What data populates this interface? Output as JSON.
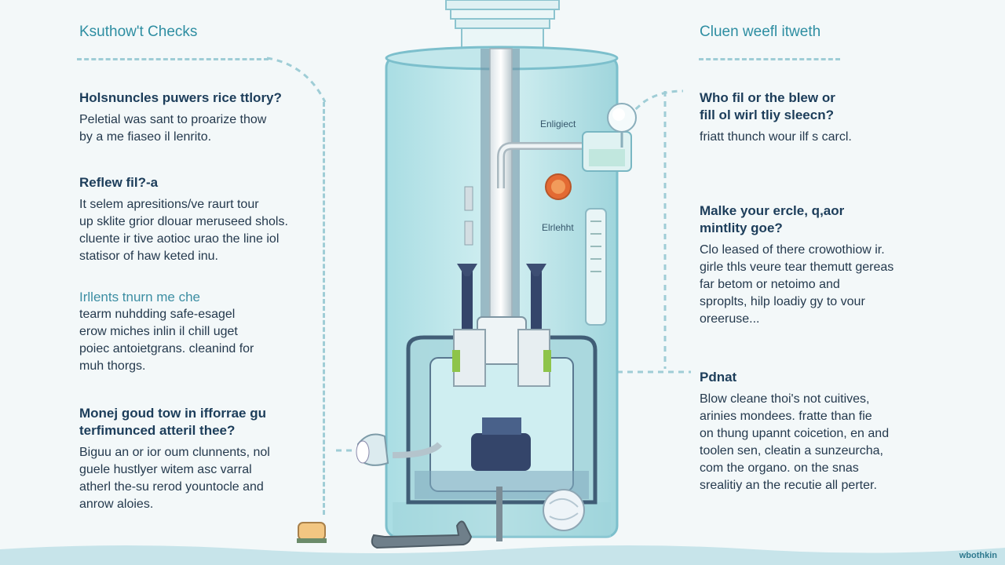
{
  "left": {
    "title": "Ksuthow't Checks",
    "sections": [
      {
        "heading": "Holsnuncles puwers rice ttlory?",
        "lines": [
          "Peletial was sant to proarize thow",
          "by a me fiaseo il lenrito."
        ]
      },
      {
        "heading": "Reflew fil?-a",
        "lines": [
          "It selem apresitions/ve raurt tour",
          "up sklite grior dlouar meruseed shols.",
          "cluente ir tive aotioc urao the line iol",
          "statisor of haw keted inu."
        ]
      },
      {
        "heading": "Irllents tnurn me che",
        "lines": [
          "tearm nuhdding safe-esagel",
          "erow miches inlin il chill uget",
          "poiec antoietgrans. cleanind for",
          "muh thorgs."
        ]
      },
      {
        "heading": "Monej goud tow in ifforrae gu",
        "heading2": "terfimunced atteril thee?",
        "lines": [
          "Biguu an or ior oum clunnents, nol",
          "guele hustlyer witem asc varral",
          "atherl the-su rerod yountocle and",
          "anrow aloies."
        ]
      }
    ]
  },
  "right": {
    "title": "Cluen weefl itweth",
    "sections": [
      {
        "heading": "Who fil or the blew or",
        "heading2": "fill ol wirl tliy sleecn?",
        "lines": [
          "friatt thunch wour ilf s carcl."
        ]
      },
      {
        "heading": "Malke your ercle, q,aor",
        "heading2": "mintlity goe?",
        "lines": [
          "Clo leased of there crowothiow ir.",
          "girle thls veure tear themutt gereas",
          "far betom or netoimo and",
          "sproplts, hilp loadiy gy to vour",
          "oreeruse..."
        ]
      },
      {
        "heading": "Pdnat",
        "lines": [
          "Blow cleane thoi's not cuitives,",
          "arinies mondees. fratte than fie",
          "on thung upannt coicetion, en and",
          "toolen sen, cleatin a sunzeurcha,",
          "com the organo. on the snas",
          "srealitiy an the recutie all perter."
        ]
      }
    ]
  },
  "diagram": {
    "label_top": "Enligiect",
    "label_mid": "Elrlehht"
  },
  "footer": {
    "brand": "wbothkin"
  },
  "colors": {
    "tank": "#c6e8ec",
    "tank_edge": "#7cbfcc",
    "accent": "#2e8ea2",
    "water": "#b8dde4",
    "machine": "#3a4a6b"
  }
}
